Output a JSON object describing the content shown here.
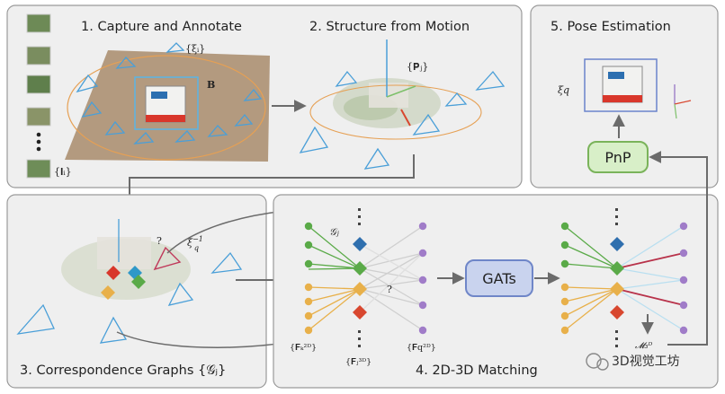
{
  "panels": {
    "p1": {
      "title": "1. Capture and Annotate",
      "label_images": "{𝐈ᵢ}",
      "label_poses": "{ξᵢ}",
      "label_box": "𝐁"
    },
    "p2": {
      "title": "2. Structure from Motion",
      "label_points": "{𝐏ⱼ}"
    },
    "p3": {
      "title": "3. Correspondence Graphs {𝒢ⱼ}",
      "label_pose_inv": "ξ",
      "label_pose_inv_sup": "−1",
      "label_pose_inv_sub": "q",
      "label_q": "?"
    },
    "p4": {
      "title": "4. 2D-3D Matching",
      "label_graph": "𝒢ⱼ",
      "label_fk": "{𝐅ₖ²ᴰ}",
      "label_fj": "{𝐅ⱼ³ᴰ}",
      "label_fq": "{𝐅q²ᴰ}",
      "label_q": "?",
      "label_match": "𝓜₃ᴰ"
    },
    "p5": {
      "title": "5. Pose Estimation",
      "label_pose": "ξq"
    }
  },
  "buttons": {
    "gats": "GATs",
    "pnp": "PnP"
  },
  "watermark": "3D视觉工坊",
  "colors": {
    "panel_bg": "#efefef",
    "panel_border": "#9a9a9a",
    "camera": "#4a9fd8",
    "node_green": "#5aaa48",
    "node_orange": "#e8b04a",
    "node_purple": "#a07cc8",
    "node_blue": "#2f6fae",
    "node_red": "#d8472f",
    "edge_red": "#b8324a",
    "gats_fill": "#c9d3ee",
    "gats_border": "#6f86c8",
    "pnp_fill": "#d8efc8",
    "pnp_border": "#7ab35a"
  }
}
